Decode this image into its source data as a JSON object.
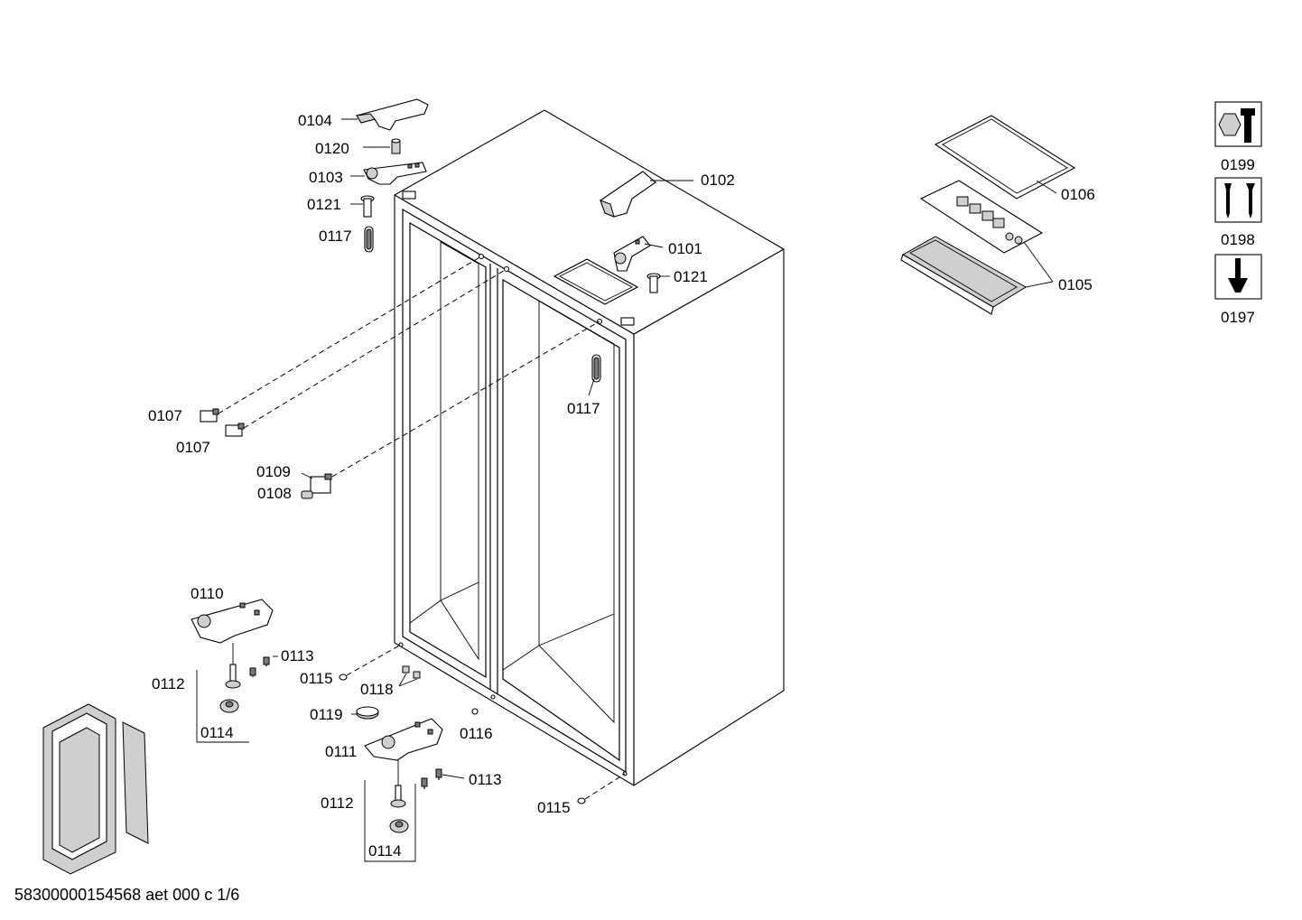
{
  "drawing": {
    "footer": "58300000154568 aet 000 c 1/6",
    "labels": {
      "p0104": "0104",
      "p0120": "0120",
      "p0103": "0103",
      "p0121a": "0121",
      "p0117a": "0117",
      "p0102": "0102",
      "p0101": "0101",
      "p0121b": "0121",
      "p0117b": "0117",
      "p0107a": "0107",
      "p0107b": "0107",
      "p0109": "0109",
      "p0108": "0108",
      "p0110": "0110",
      "p0113a": "0113",
      "p0112a": "0112",
      "p0114a": "0114",
      "p0115a": "0115",
      "p0118": "0118",
      "p0119": "0119",
      "p0116": "0116",
      "p0111": "0111",
      "p0113b": "0113",
      "p0112b": "0112",
      "p0114b": "0114",
      "p0115b": "0115",
      "p0106": "0106",
      "p0105": "0105",
      "p0199": "0199",
      "p0198": "0198",
      "p0197": "0197"
    },
    "icons": [
      "wrench-icon",
      "screws-icon",
      "screwdriver-icon",
      "cabinet-thumbnail-icon"
    ]
  }
}
